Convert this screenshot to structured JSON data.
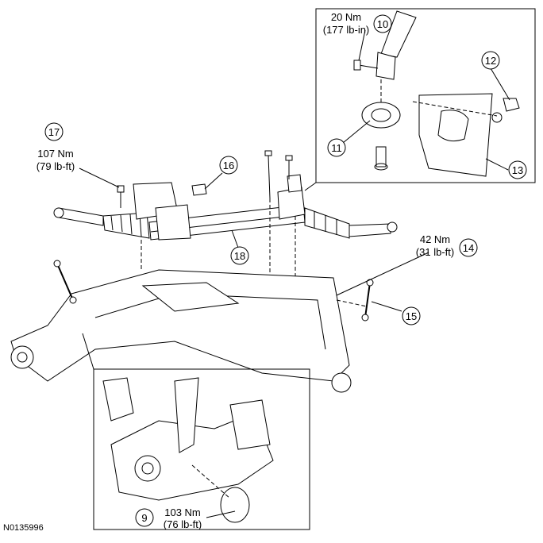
{
  "figure_id": "N0135996",
  "callouts": [
    {
      "id": "9",
      "label": "9"
    },
    {
      "id": "10",
      "label": "10"
    },
    {
      "id": "11",
      "label": "11"
    },
    {
      "id": "12",
      "label": "12"
    },
    {
      "id": "13",
      "label": "13"
    },
    {
      "id": "14",
      "label": "14"
    },
    {
      "id": "15",
      "label": "15"
    },
    {
      "id": "16",
      "label": "16"
    },
    {
      "id": "17",
      "label": "17"
    },
    {
      "id": "18",
      "label": "18"
    }
  ],
  "torque_specs": {
    "c10": {
      "metric": "20 Nm",
      "imperial": "(177 lb-in)"
    },
    "c17": {
      "metric": "107 Nm",
      "imperial": "(79 lb-ft)"
    },
    "c14": {
      "metric": "42 Nm",
      "imperial": "(31 lb-ft)"
    },
    "c9": {
      "metric": "103 Nm",
      "imperial": "(76 lb-ft)"
    }
  }
}
